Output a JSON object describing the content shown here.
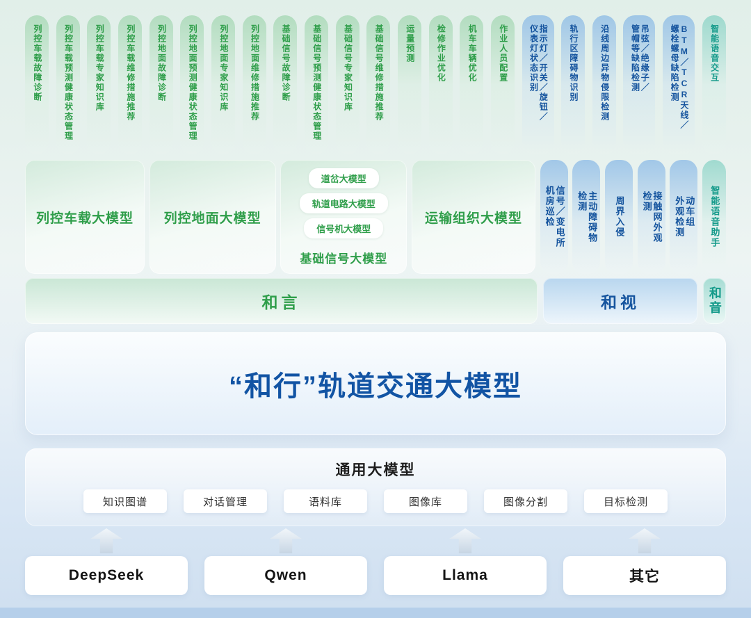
{
  "colors": {
    "green": "#2f9e4a",
    "blue": "#15549e",
    "teal": "#149a8a",
    "title_blue": "#1254a4"
  },
  "top_pills": [
    {
      "text": "列控车载故障诊断",
      "group": "green"
    },
    {
      "text": "列控车载预测健康状态管理",
      "group": "green"
    },
    {
      "text": "列控车载专家知识库",
      "group": "green"
    },
    {
      "text": "列控车载维修措施推荐",
      "group": "green"
    },
    {
      "text": "列控地面故障诊断",
      "group": "green"
    },
    {
      "text": "列控地面预测健康状态管理",
      "group": "green"
    },
    {
      "text": "列控地面专家知识库",
      "group": "green"
    },
    {
      "text": "列控地面维修措施推荐",
      "group": "green"
    },
    {
      "text": "基础信号故障诊断",
      "group": "green"
    },
    {
      "text": "基础信号预测健康状态管理",
      "group": "green"
    },
    {
      "text": "基础信号专家知识库",
      "group": "green"
    },
    {
      "text": "基础信号维修措施推荐",
      "group": "green"
    },
    {
      "text": "运量预测",
      "group": "green"
    },
    {
      "text": "检修作业优化",
      "group": "green"
    },
    {
      "text": "机车车辆优化",
      "group": "green"
    },
    {
      "text": "作业人员配置",
      "group": "green"
    },
    {
      "text": "指示灯／开关／旋钮／\n仪表灯状态识别",
      "group": "blue"
    },
    {
      "text": "轨行区障碍物识别",
      "group": "blue"
    },
    {
      "text": "沿线周边异物侵限检测",
      "group": "blue"
    },
    {
      "text": "吊弦／绝缘子／\n管帽等缺陷检测",
      "group": "blue"
    },
    {
      "text": "BTM／TCR天线／\n螺栓螺母缺陷检测",
      "group": "blue"
    },
    {
      "text": "智能语音交互",
      "group": "teal"
    }
  ],
  "model_row": {
    "blocks": [
      {
        "label": "列控车载大模型"
      },
      {
        "label": "列控地面大模型"
      },
      {
        "label": "基础信号大模型",
        "sub_models": [
          "道岔大模型",
          "轨道电路大模型",
          "信号机大模型"
        ]
      },
      {
        "label": "运输组织大模型"
      }
    ],
    "vision_pills": [
      "信号／变电所\n机房巡检",
      "主动障碍物\n检测",
      "周界入侵",
      "接触网外观\n检测",
      "动车组\n外观检测"
    ],
    "voice_pill": "智能语音助手"
  },
  "capability_bars": {
    "heyan": "和言",
    "heshi": "和视",
    "heyin": "和音"
  },
  "main_model": {
    "title": "“和行”轨道交通大模型"
  },
  "general_model": {
    "title": "通用大模型",
    "pills": [
      "知识图谱",
      "对话管理",
      "语料库",
      "图像库",
      "图像分割",
      "目标检测"
    ]
  },
  "base_models": [
    "DeepSeek",
    "Qwen",
    "Llama",
    "其它"
  ]
}
